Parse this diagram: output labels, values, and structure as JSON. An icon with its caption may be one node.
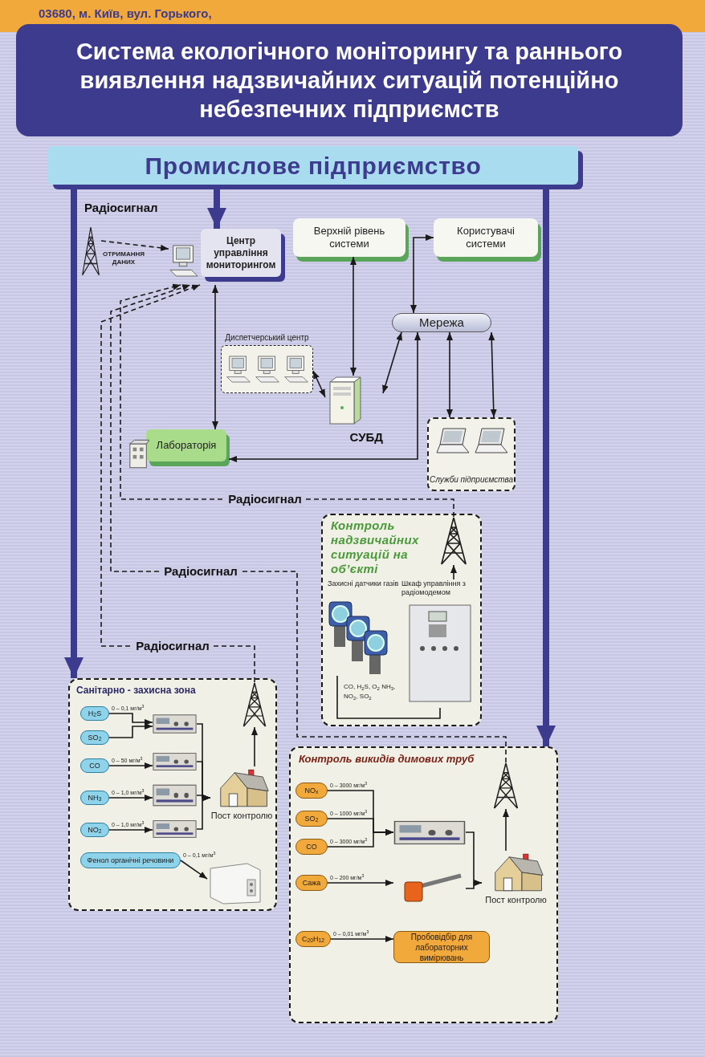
{
  "diagram": {
    "title": "Система екологічного моніторингу та раннього виявлення надзвичайних ситуацій потенційно небезпечних підприємств",
    "nodes": [
      {
        "text": [
          "Промислове підприємство"
        ]
      },
      {
        "text": [],
        "shape": "picture",
        "beside": [
          "ОТРИМАННЯ ДАНИХ"
        ]
      },
      {
        "text": [
          "Центр управління мониторингом"
        ]
      },
      {
        "text": [
          "Верхній рівень системи"
        ]
      },
      {
        "text": [
          "Користувачі системи"
        ]
      },
      {
        "text": [
          "Мережа"
        ]
      },
      {
        "text": [
          "Диспетчерський центр"
        ]
      },
      {
        "text": [
          "СУБД"
        ]
      },
      {
        "text": [
          "Лабораторія"
        ]
      },
      {
        "text": [
          "Служби підприємства"
        ]
      },
      {
        "text": [
          "Контроль надзвичайних ситуацій на об’єкті"
        ]
      },
      {
        "text": [],
        "shape": "picture",
        "in": 10
      },
      {
        "text": [
          "Шкаф управління з радіомодемом"
        ],
        "in": 10
      },
      {
        "text": [
          "Захисні датчики газів"
        ],
        "in": 10
      },
      {
        "text": [
          "Санітарно - захисна зона"
        ]
      },
      {
        "text": [
          "H$_{2}$S"
        ],
        "in": 14
      },
      {
        "text": [
          "SO$_{2}$"
        ],
        "in": 14
      },
      {
        "text": [
          "CO"
        ],
        "in": 14
      },
      {
        "text": [
          "NH$_{3}$"
        ],
        "in": 14
      },
      {
        "text": [
          "NO$_{2}$"
        ],
        "in": 14
      },
      {
        "text": [
          "Фенол органічні речовини"
        ],
        "in": 14
      },
      {
        "text": [],
        "shape": "picture",
        "in": 14
      },
      {
        "text": [],
        "shape": "picture",
        "in": 14
      },
      {
        "text": [],
        "shape": "picture",
        "in": 14
      },
      {
        "text": [],
        "shape": "picture",
        "in": 14
      },
      {
        "text": [],
        "shape": "picture",
        "in": 14
      },
      {
        "text": [
          "Пост контролю"
        ],
        "in": 14
      },
      {
        "text": [],
        "shape": "picture",
        "in": 14
      },
      {
        "text": [
          "Контроль викидів димових труб"
        ]
      },
      {
        "text": [
          "NO$_{x}$"
        ],
        "in": 28
      },
      {
        "text": [
          "SO$_{2}$"
        ],
        "in": 28
      },
      {
        "text": [
          "CO"
        ],
        "in": 28
      },
      {
        "text": [
          "Сажа"
        ],
        "in": 28
      },
      {
        "text": [
          "C$_{20}$H$_{12}$"
        ],
        "in": 28
      },
      {
        "text": [],
        "shape": "picture",
        "in": 28
      },
      {
        "text": [],
        "shape": "picture",
        "in": 28
      },
      {
        "text": [
          "Пробовідбір для лабораторних вимірювань"
        ],
        "in": 28
      },
      {
        "text": [
          "Пост контролю"
        ],
        "in": 28
      },
      {
        "text": [],
        "shape": "picture",
        "in": 28
      }
    ],
    "edges": [
      {
        "from": 0,
        "to": 2,
        "arrow": "to",
        "style": "thick",
        "color": "#3d3b8e"
      },
      {
        "from": 0,
        "to": 14,
        "arrow": "to",
        "style": "thick",
        "color": "#3d3b8e"
      },
      {
        "from": 0,
        "to": 28,
        "arrow": "to",
        "style": "thick",
        "color": "#3d3b8e"
      },
      {
        "from": 1,
        "to": 2,
        "arrow": "to",
        "style": "dashed"
      },
      {
        "from": 11,
        "to": 2,
        "arrow": "to",
        "style": "dashed",
        "label": "Радіосигнал"
      },
      {
        "from": 38,
        "to": 2,
        "arrow": "to",
        "style": "dashed",
        "label": "Радіосигнал"
      },
      {
        "from": 27,
        "to": 2,
        "arrow": "to",
        "style": "dashed",
        "label": "Радіосигнал"
      },
      {
        "from": 2,
        "to": 8,
        "arrow": "both"
      },
      {
        "from": 3,
        "to": 7,
        "arrow": "both"
      },
      {
        "from": 6,
        "to": 7,
        "arrow": "both"
      },
      {
        "from": 7,
        "to": 5,
        "arrow": "both"
      },
      {
        "from": 5,
        "to": 4,
        "arrow": "both"
      },
      {
        "from": 5,
        "to": 8,
        "arrow": "both"
      },
      {
        "from": 5,
        "to": 9,
        "arrow": "both"
      },
      {
        "from": 5,
        "to": 9,
        "arrow": "both"
      },
      {
        "from": 13,
        "to": 12,
        "arrow": "none"
      },
      {
        "from": 12,
        "to": 11,
        "arrow": "to"
      },
      {
        "from": 15,
        "to": 21,
        "arrow": "to",
        "label": "0 – 0,1 мг/м$^{3}$"
      },
      {
        "from": 16,
        "to": 21,
        "arrow": "to"
      },
      {
        "from": 17,
        "to": 22,
        "arrow": "to",
        "label": "0 – 50 мг/м$^{3}$"
      },
      {
        "from": 18,
        "to": 23,
        "arrow": "to",
        "label": "0 – 1,0 мг/м$^{3}$"
      },
      {
        "from": 19,
        "to": 24,
        "arrow": "to",
        "label": "0 – 1,0 мг/м$^{3}$"
      },
      {
        "from": 20,
        "to": 25,
        "arrow": "to",
        "label": "0 – 0,1 мг/м$^{3}$"
      },
      {
        "from": 21,
        "to": 26,
        "arrow": "to"
      },
      {
        "from": 22,
        "to": 26,
        "arrow": "to"
      },
      {
        "from": 23,
        "to": 26,
        "arrow": "to"
      },
      {
        "from": 24,
        "to": 26,
        "arrow": "to"
      },
      {
        "from": 26,
        "to": 27,
        "arrow": "to"
      },
      {
        "from": 29,
        "to": 34,
        "arrow": "to",
        "label": "0 – 3000 мг/м$^{3}$"
      },
      {
        "from": 30,
        "to": 34,
        "arrow": "to",
        "label": "0 – 1000 мг/м$^{3}$"
      },
      {
        "from": 31,
        "to": 34,
        "arrow": "to",
        "label": "0 – 3000 мг/м$^{3}$"
      },
      {
        "from": 32,
        "to": 35,
        "arrow": "to",
        "label": "0 – 200 мг/м$^{3}$"
      },
      {
        "from": 33,
        "to": 36,
        "arrow": "to",
        "label": "0 – 0,01 мг/м$^{3}$"
      },
      {
        "from": 34,
        "to": 37,
        "arrow": "to"
      },
      {
        "from": 35,
        "to": 37,
        "arrow": "to"
      },
      {
        "from": 37,
        "to": 38,
        "arrow": "to"
      }
    ],
    "labels": [
      "03680, м. Київ, вул. Горького,",
      "Радіосигнал",
      "CO, H$_{2}$S, O$_{2}$ NH$_{3}$, NO$_{2}$, SO$_{2}$"
    ]
  }
}
